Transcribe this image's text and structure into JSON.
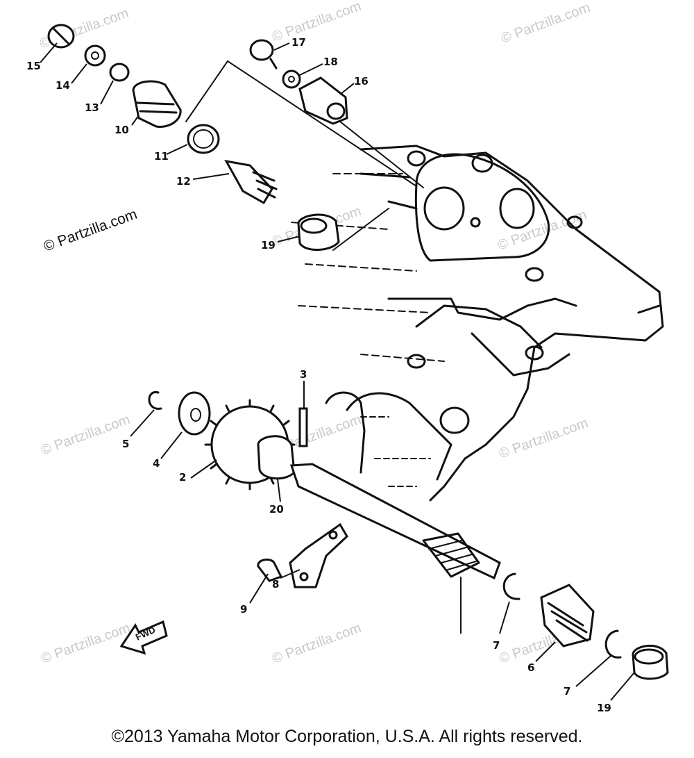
{
  "watermarks": {
    "brand": "© Partzilla.com"
  },
  "fwd_label": "FWD",
  "copyright": "©2013 Yamaha Motor Corporation, U.S.A. All rights reserved.",
  "callouts": {
    "p2": "2",
    "p3": "3",
    "p4": "4",
    "p5": "5",
    "p6": "6",
    "p7a": "7",
    "p7b": "7",
    "p8": "8",
    "p9": "9",
    "p10": "10",
    "p11": "11",
    "p12": "12",
    "p13": "13",
    "p14": "14",
    "p15": "15",
    "p16": "16",
    "p17": "17",
    "p18": "18",
    "p19a": "19",
    "p19b": "19",
    "p20": "20"
  }
}
